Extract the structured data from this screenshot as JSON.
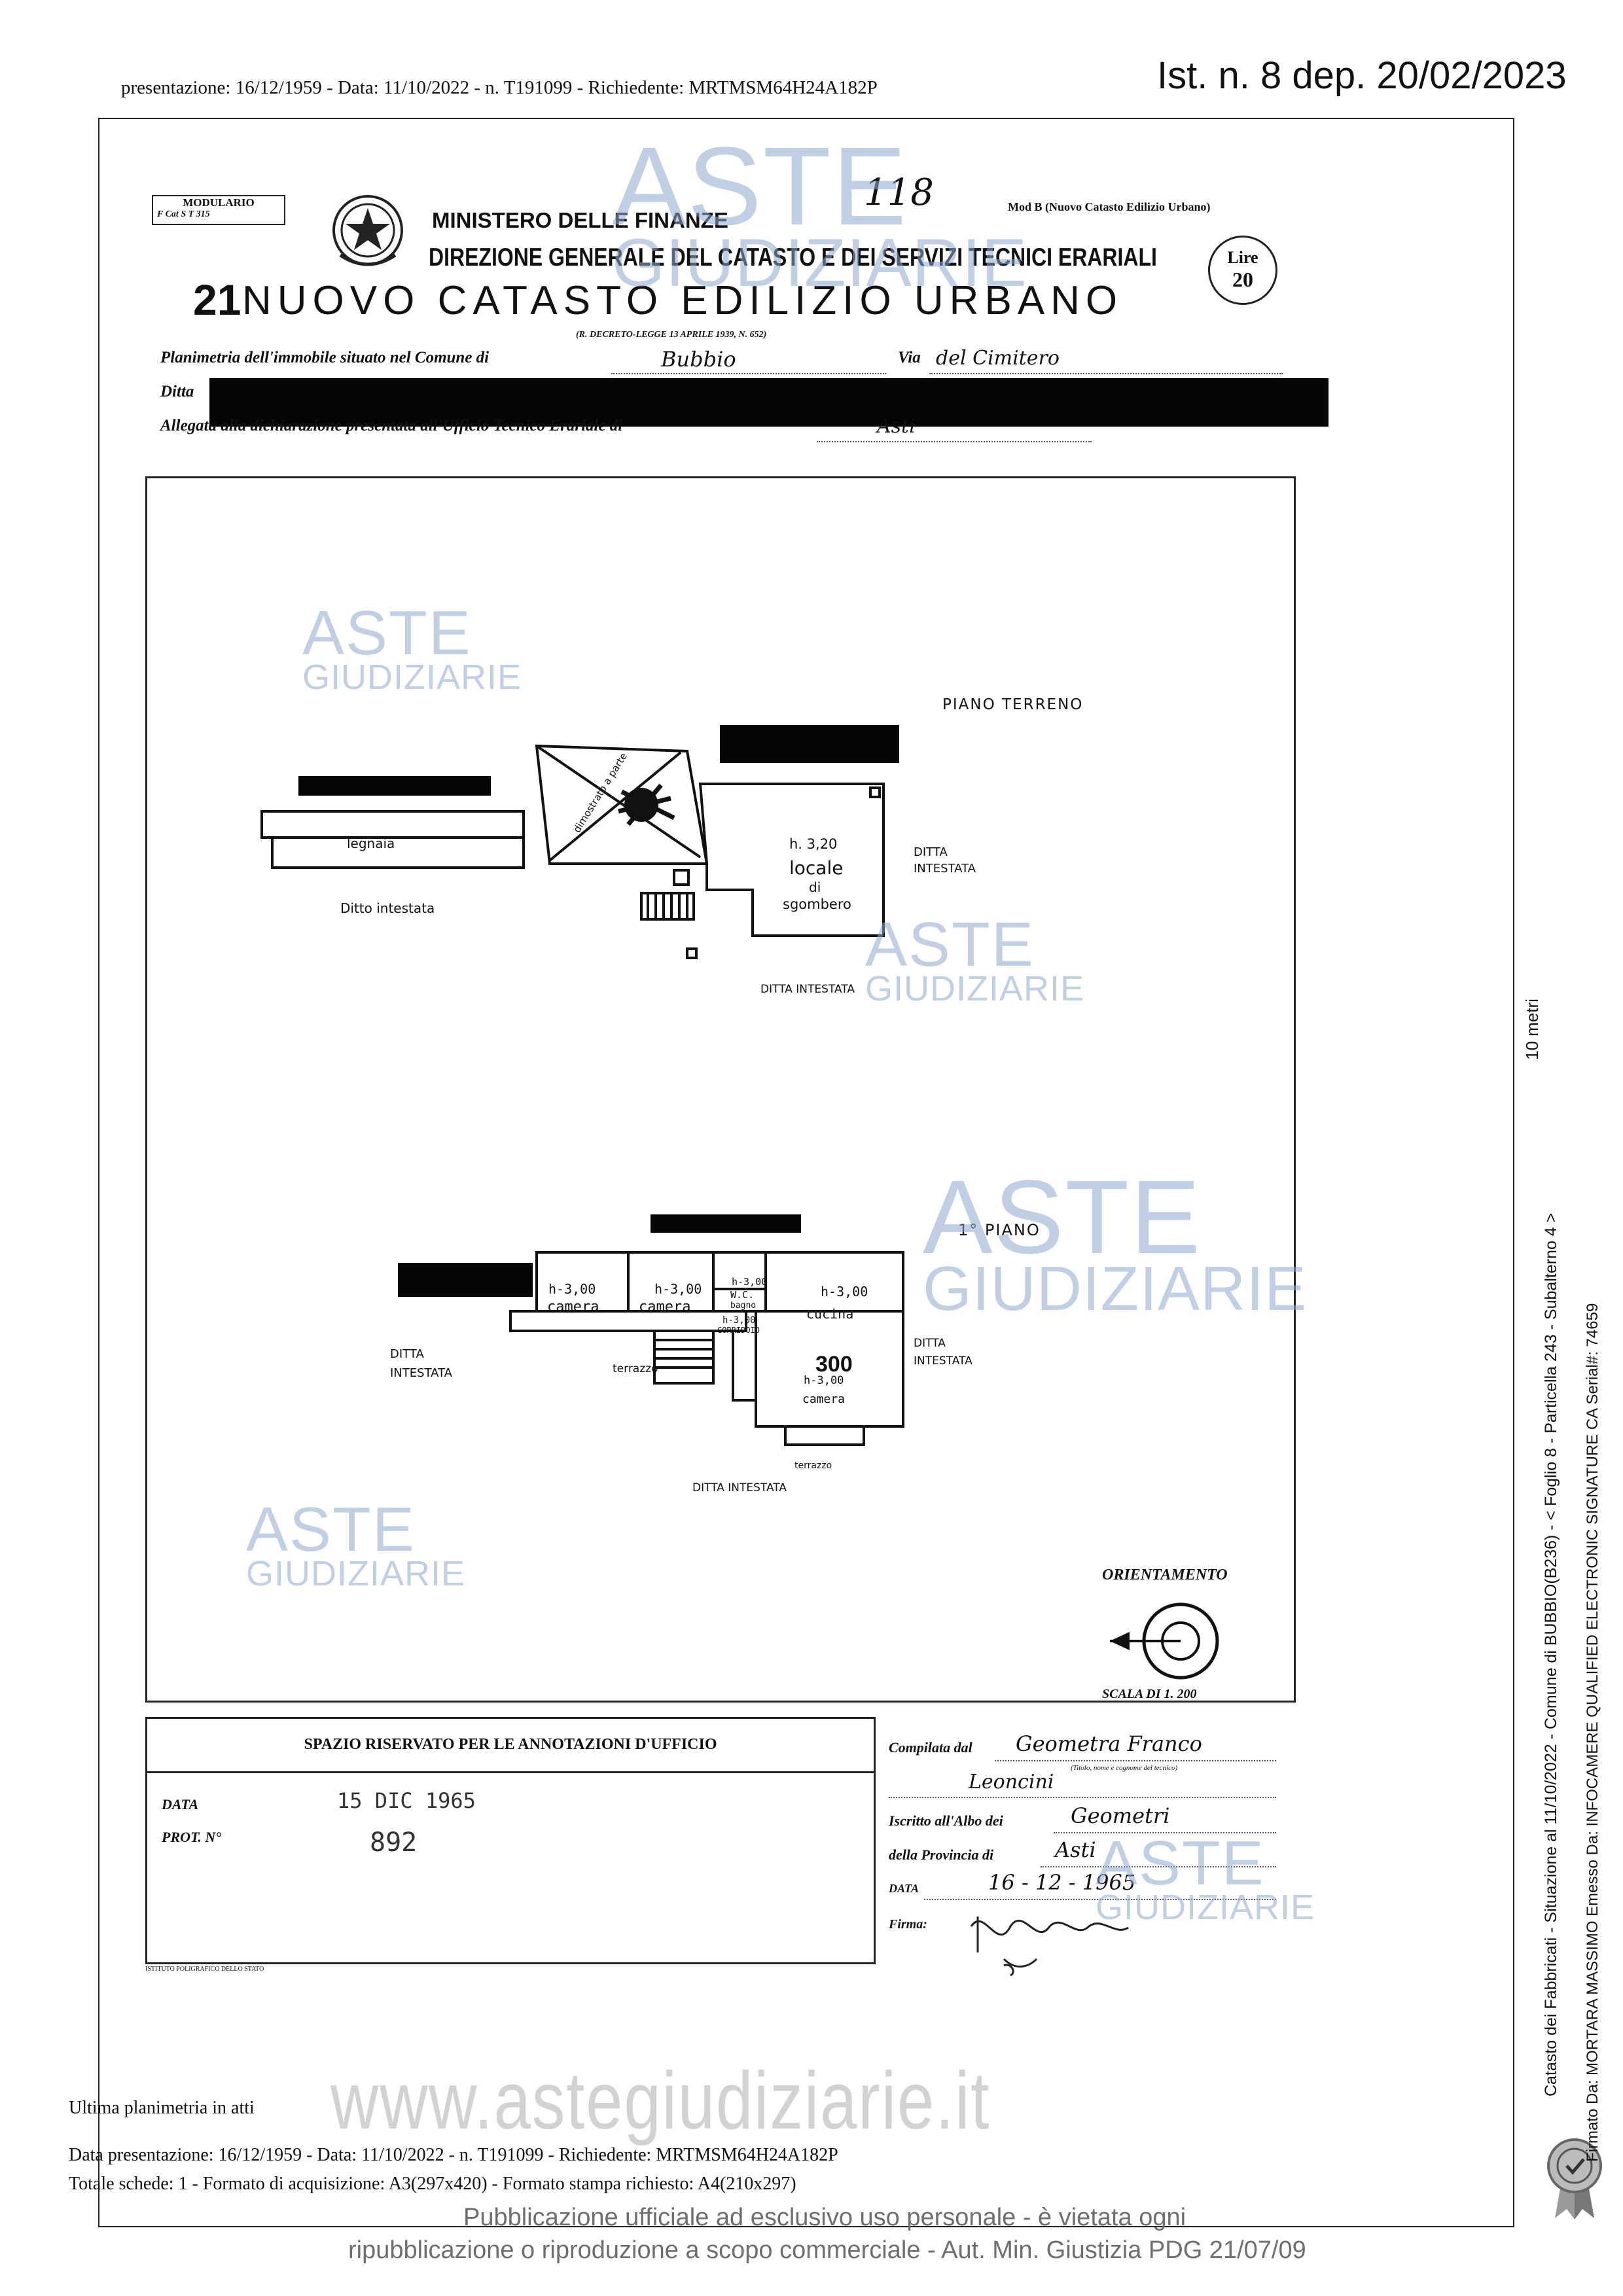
{
  "header": {
    "top_line": "presentazione: 16/12/1959 - Data: 11/10/2022 - n. T191099 - Richiedente: MRTMSM64H24A182P",
    "stamp": "Ist. n. 8 dep. 20/02/2023"
  },
  "form": {
    "modulario_title": "MODULARIO",
    "modulario_code": "F  Cat S T  315",
    "number_handwritten": "118",
    "mod_b": "Mod B (Nuovo Catasto Edilizio Urbano)",
    "ministry": "MINISTERO DELLE FINANZE",
    "direzione": "DIREZIONE GENERALE DEL CATASTO E DEI SERVIZI TECNICI ERARIALI",
    "lire": "Lire",
    "lire_value": "20",
    "prefix_number": "21",
    "catasto_title": "NUOVO CATASTO EDILIZIO URBANO",
    "decreto": "(R. DECRETO-LEGGE 13 APRILE 1939, N. 652)",
    "planimetria_label": "Planimetria dell'immobile situato nel Comune di",
    "comune": "Bubbio",
    "via_label": "Via",
    "via_value": "del Cimitero",
    "ditta_label": "Ditta",
    "allegata_label": "Allegata alla dichiarazione presentata all'Ufficio Tecnico Erariale di",
    "allegata_value": "Asti"
  },
  "plan": {
    "piano_terreno": "PIANO TERRENO",
    "legnaia": "legnaia",
    "ditta_intestata_1": "Ditto intestata",
    "h_320": "h. 3,20",
    "locale": "locale",
    "di": "di",
    "sgombero": "sgombero",
    "ditta_intestata_right": "DITTA\nINTESTATA",
    "ditta_intestata_bottom": "DITTA INTESTATA",
    "ripostiglio_note": "dimostrato a parte",
    "primo_piano": "1° PIANO",
    "h300_a": "h-3,00",
    "camera_a": "camera",
    "h300_b": "h-3,00",
    "camera_b": "camera",
    "h300_wc": "h-3,00",
    "wc": "W.C.",
    "bagno": "bagno",
    "h300_corridoio": "h-3,00",
    "corridoio": "CORRIDOIO",
    "h300_cucina": "h-3,00",
    "cucina": "cucina",
    "ditta_left": "DITTA\nINTESTATA",
    "terrazzo_1": "terrazzo",
    "h300_camera_c": "h-3,00",
    "camera_c": "camera",
    "stamp_300": "300",
    "terrazzo_2": "terrazzo",
    "ditta_right_2": "DITTA\nINTESTATA",
    "ditta_bottom_2": "DITTA INTESTATA",
    "orientamento": "ORIENTAMENTO",
    "scala": "SCALA DI 1. 200"
  },
  "office_box": {
    "title": "SPAZIO RISERVATO PER LE ANNOTAZIONI D'UFFICIO",
    "data_label": "DATA",
    "data_value": "15 DIC 1965",
    "prot_label": "PROT. N°",
    "prot_value": "892",
    "istituto": "ISTITUTO POLIGRAFICO DELLO STATO"
  },
  "compilata": {
    "compilata_label": "Compilata dal",
    "compilata_value": "Geometra Franco",
    "titolo_note": "(Titolo, nome e cognome del tecnico)",
    "nome2": "Leoncini",
    "iscritto_label": "Iscritto all'Albo dei",
    "iscritto_value": "Geometri",
    "provincia_label": "della Provincia di",
    "provincia_value": "Asti",
    "data_label": "DATA",
    "data_value": "16 - 12 - 1965",
    "firma_label": "Firma:"
  },
  "footer": {
    "ultima": "Ultima planimetria in atti",
    "line1": "Data presentazione: 16/12/1959 - Data: 11/10/2022 - n. T191099 - Richiedente: MRTMSM64H24A182P",
    "line2": "Totale schede: 1 - Formato di acquisizione: A3(297x420)  - Formato stampa richiesto: A4(210x297)",
    "site": "www.astegiudiziarie.it",
    "pub1": "Pubblicazione ufficiale ad esclusivo uso personale - è vietata ogni",
    "pub2": "ripubblicazione o riproduzione a scopo commerciale - Aut. Min. Giustizia PDG 21/07/09"
  },
  "side": {
    "metri": "10 metri",
    "catasto_line": "Catasto dei Fabbricati - Situazione al 11/10/2022 - Comune di BUBBIO(B236) - < Foglio 8 - Particella 243 - Subalterno 4 >",
    "firmato_line": "Firmato Da: MORTARA MASSIMO Emesso Da: INFOCAMERE QUALIFIED ELECTRONIC SIGNATURE CA Serial#: 74659"
  },
  "watermark": {
    "aste": "ASTE",
    "giudiziarie": "GIUDIZIARIE"
  },
  "colors": {
    "watermark": "#8fa8d0",
    "ink": "#111111",
    "redaction": "#050505"
  }
}
